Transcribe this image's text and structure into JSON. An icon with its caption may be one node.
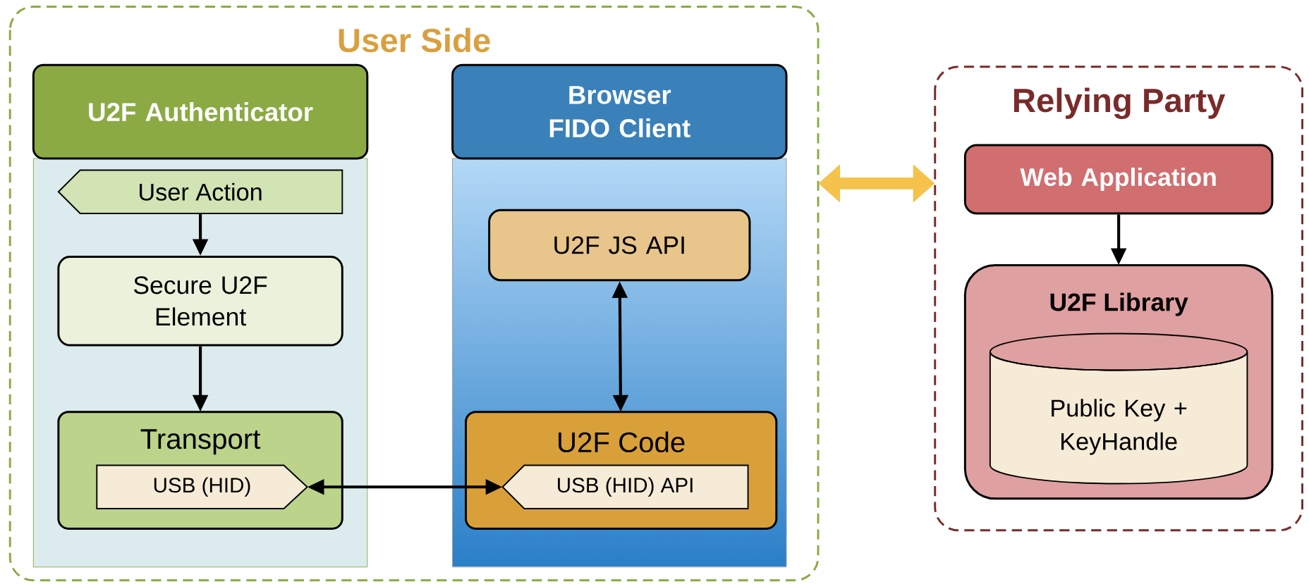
{
  "diagram": {
    "nodes": [
      {
        "text": [
          "User Side"
        ]
      },
      {
        "text": [
          "U2F Authenticator"
        ],
        "in": 0
      },
      {
        "text": [
          "Browser FIDO Client"
        ],
        "in": 0
      },
      {
        "text": [
          "User Action"
        ],
        "in": 1
      },
      {
        "text": [
          "Secure U2F Element"
        ],
        "in": 1
      },
      {
        "text": [
          "Transport"
        ],
        "in": 1
      },
      {
        "text": [
          "USB (HID)"
        ],
        "in": 5
      },
      {
        "text": [
          "U2F JS API"
        ],
        "in": 2
      },
      {
        "text": [
          "U2F Code"
        ],
        "in": 2
      },
      {
        "text": [
          "USB (HID) API"
        ],
        "in": 8
      },
      {
        "text": [
          "Relying Party"
        ]
      },
      {
        "text": [
          "Web Application"
        ],
        "in": 10
      },
      {
        "text": [
          "U2F Library"
        ],
        "in": 10
      },
      {
        "text": [
          "Public Key + KeyHandle"
        ],
        "in": 12
      }
    ],
    "edges": [
      {
        "from": 3,
        "to": 4,
        "arrow": "to"
      },
      {
        "from": 4,
        "to": 5,
        "arrow": "to"
      },
      {
        "from": 7,
        "to": 8,
        "arrow": "both"
      },
      {
        "from": 6,
        "to": 9,
        "arrow": "both"
      },
      {
        "from": 0,
        "to": 10,
        "arrow": "both",
        "style": "thick",
        "color": "#f5c24c"
      },
      {
        "from": 11,
        "to": 12,
        "arrow": "to"
      }
    ]
  }
}
